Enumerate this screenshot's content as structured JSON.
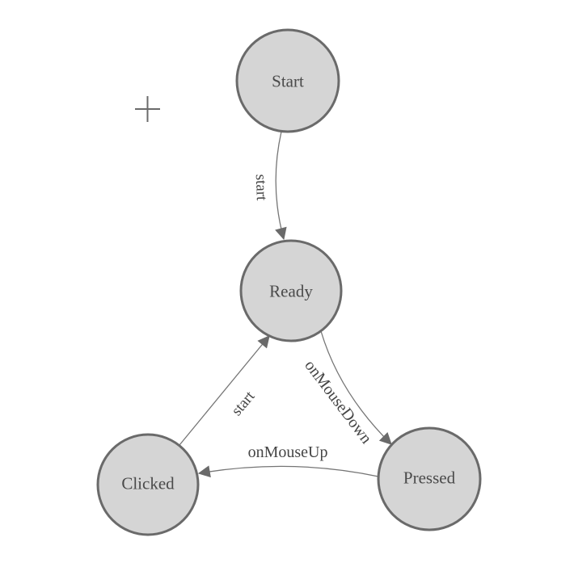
{
  "diagram": {
    "type": "state-machine",
    "background": "#ffffff",
    "colors": {
      "node_fill": "#d5d5d5",
      "node_stroke": "#6a6a6a",
      "edge_line": "#757575",
      "arrowhead_fill": "#6a6a6a",
      "node_text": "#4a4a4a",
      "edge_text": "#454545",
      "crosshair": "#6b6b6b"
    },
    "nodes": [
      {
        "id": "start",
        "label": "Start"
      },
      {
        "id": "ready",
        "label": "Ready"
      },
      {
        "id": "clicked",
        "label": "Clicked"
      },
      {
        "id": "pressed",
        "label": "Pressed"
      }
    ],
    "edges": [
      {
        "from": "start",
        "to": "ready",
        "label": "start"
      },
      {
        "from": "clicked",
        "to": "ready",
        "label": "start"
      },
      {
        "from": "ready",
        "to": "pressed",
        "label": "onMouseDown"
      },
      {
        "from": "pressed",
        "to": "clicked",
        "label": "onMouseUp"
      }
    ],
    "icons": [
      {
        "name": "plus-crosshair-icon"
      }
    ]
  }
}
